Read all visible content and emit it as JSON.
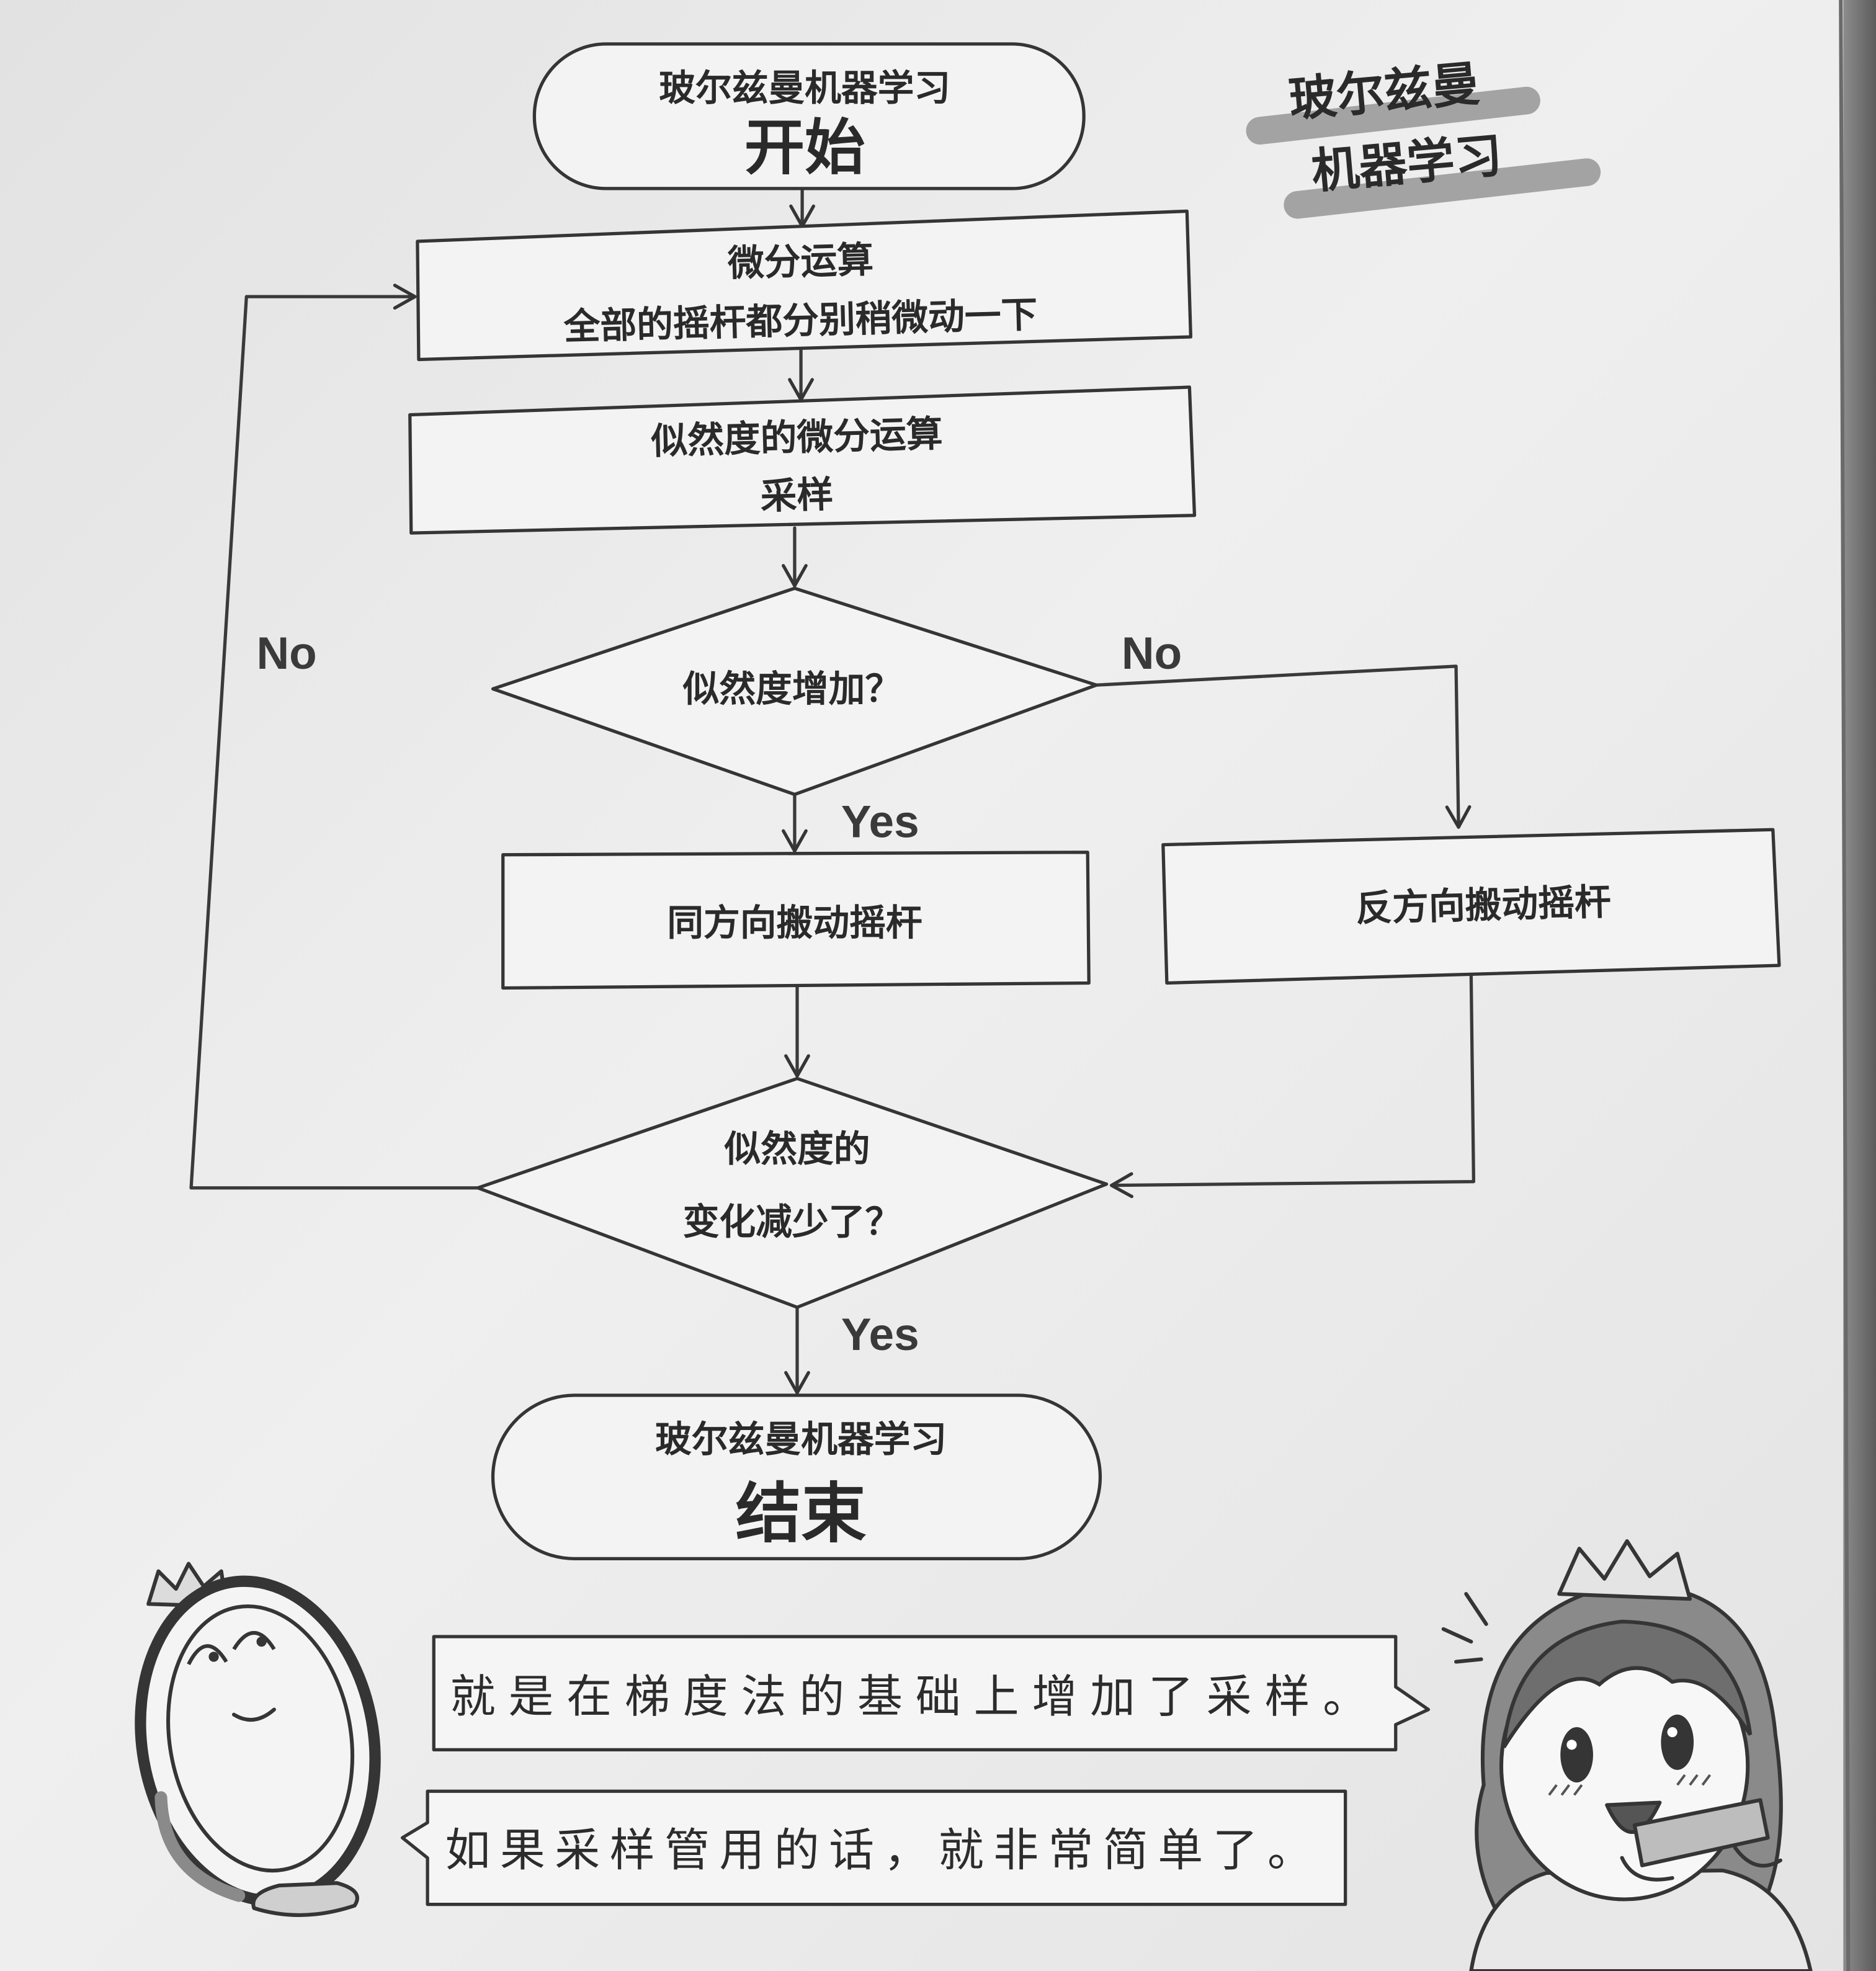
{
  "colors": {
    "ink": "#353535",
    "page": "#ececec",
    "highlight": "#a3a3a3"
  },
  "corner_label": {
    "line1": "玻尔兹曼",
    "line2": "机器学习"
  },
  "flowchart": {
    "start": {
      "subtitle": "玻尔兹曼机器学习",
      "title": "开始"
    },
    "step_differentiate": {
      "line1": "微分运算",
      "line2": "全部的摇杆都分别稍微动一下"
    },
    "step_likelihood": {
      "line1": "似然度的微分运算",
      "line2": "采样"
    },
    "decision_increase": {
      "text": "似然度增加？",
      "yes_label": "Yes",
      "no_label": "No"
    },
    "step_same_direction": {
      "text": "同方向搬动摇杆"
    },
    "step_opposite_direction": {
      "text": "反方向搬动摇杆"
    },
    "decision_change": {
      "line1": "似然度的",
      "line2": "变化减少了？",
      "yes_label": "Yes",
      "no_label": "No"
    },
    "end": {
      "subtitle": "玻尔兹曼机器学习",
      "title": "结束"
    }
  },
  "dialogue": [
    {
      "text": "就是在梯度法的基础上增加了采样。"
    },
    {
      "text": "如果采样管用的话，就非常简单了。"
    }
  ],
  "characters": {
    "left": "mirror-icon",
    "right": "girl-icon"
  }
}
